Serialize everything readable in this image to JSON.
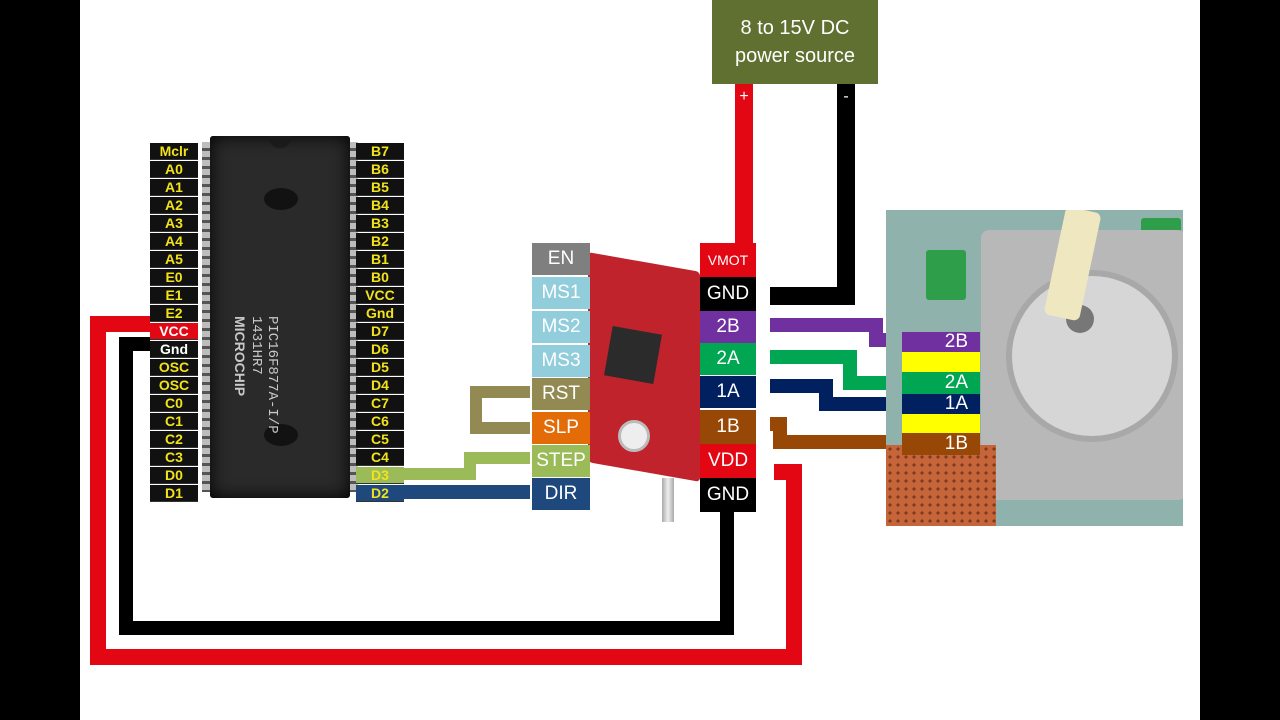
{
  "power_source": {
    "label_line1": "8 to 15V DC",
    "label_line2": "power source",
    "plus": "+",
    "minus": "-",
    "color": "#5f7030"
  },
  "pic_left_pins": [
    "Mclr",
    "A0",
    "A1",
    "A2",
    "A3",
    "A4",
    "A5",
    "E0",
    "E1",
    "E2",
    "VCC",
    "Gnd",
    "OSC",
    "OSC",
    "C0",
    "C1",
    "C2",
    "C3",
    "D0",
    "D1"
  ],
  "pic_right_pins": [
    "B7",
    "B6",
    "B5",
    "B4",
    "B3",
    "B2",
    "B1",
    "B0",
    "VCC",
    "Gnd",
    "D7",
    "D6",
    "D5",
    "D4",
    "C7",
    "C6",
    "C5",
    "C4",
    "D3",
    "D2"
  ],
  "chip_marking": {
    "line1": "PIC16F877A-I/P",
    "line2": "1431HR7",
    "brand": "MICROCHIP"
  },
  "driver_left_pins": [
    {
      "label": "EN",
      "color": "#7f7f7f"
    },
    {
      "label": "MS1",
      "color": "#92cddc"
    },
    {
      "label": "MS2",
      "color": "#92cddc"
    },
    {
      "label": "MS3",
      "color": "#92cddc"
    },
    {
      "label": "RST",
      "color": "#938953"
    },
    {
      "label": "SLP",
      "color": "#e36c09"
    },
    {
      "label": "STEP",
      "color": "#9bbb59"
    },
    {
      "label": "DIR",
      "color": "#1f497d"
    }
  ],
  "driver_right_pins": [
    {
      "label": "VMOT",
      "color": "#e30613"
    },
    {
      "label": "GND",
      "color": "#000000"
    },
    {
      "label": "2B",
      "color": "#7030a0"
    },
    {
      "label": "2A",
      "color": "#00a651"
    },
    {
      "label": "1A",
      "color": "#002060"
    },
    {
      "label": "1B",
      "color": "#974706"
    },
    {
      "label": "VDD",
      "color": "#e30613"
    },
    {
      "label": "GND",
      "color": "#000000"
    }
  ],
  "motor_wires": [
    {
      "label": "2B",
      "color": "#7030a0"
    },
    {
      "label": "2A",
      "color": "#00a651"
    },
    {
      "label": "1A",
      "color": "#002060"
    },
    {
      "label": "1B",
      "color": "#974706"
    }
  ]
}
